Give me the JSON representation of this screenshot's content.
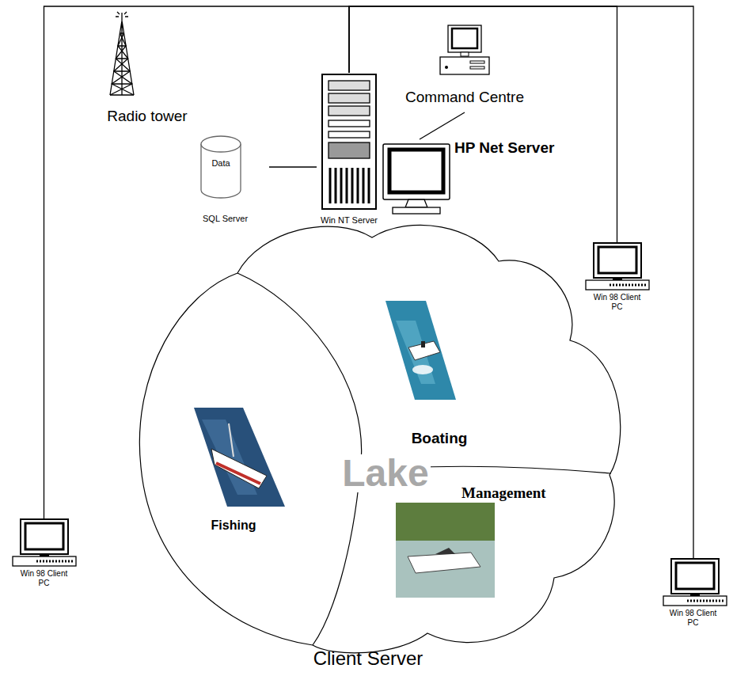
{
  "diagram": {
    "caption": "Client Server",
    "nodes": [
      {
        "text": [
          "Radio tower"
        ]
      },
      {
        "text": [
          "Command Centre"
        ]
      },
      {
        "text": [
          "Data",
          "SQL Server"
        ]
      },
      {
        "text": [
          "Win NT Server"
        ]
      },
      {
        "text": [
          "HP Net Server"
        ]
      },
      {
        "text": [
          "Win 98 Client PC"
        ]
      },
      {
        "text": [
          "Lake"
        ]
      },
      {
        "text": [
          "Boating"
        ],
        "in": 6
      },
      {
        "text": [
          "Fishing"
        ],
        "in": 6
      },
      {
        "text": [
          "Management"
        ],
        "in": 6
      },
      {
        "text": [
          "Win 98 Client PC"
        ]
      },
      {
        "text": [
          "Win 98 Client PC"
        ]
      }
    ],
    "edges": [
      {
        "from": 3,
        "to": 5,
        "arrow": "none"
      },
      {
        "from": 3,
        "to": 10,
        "arrow": "none"
      },
      {
        "from": 3,
        "to": 11,
        "arrow": "none"
      },
      {
        "from": 2,
        "to": 3,
        "arrow": "none"
      },
      {
        "from": 4,
        "to": 1,
        "arrow": "none"
      }
    ]
  }
}
